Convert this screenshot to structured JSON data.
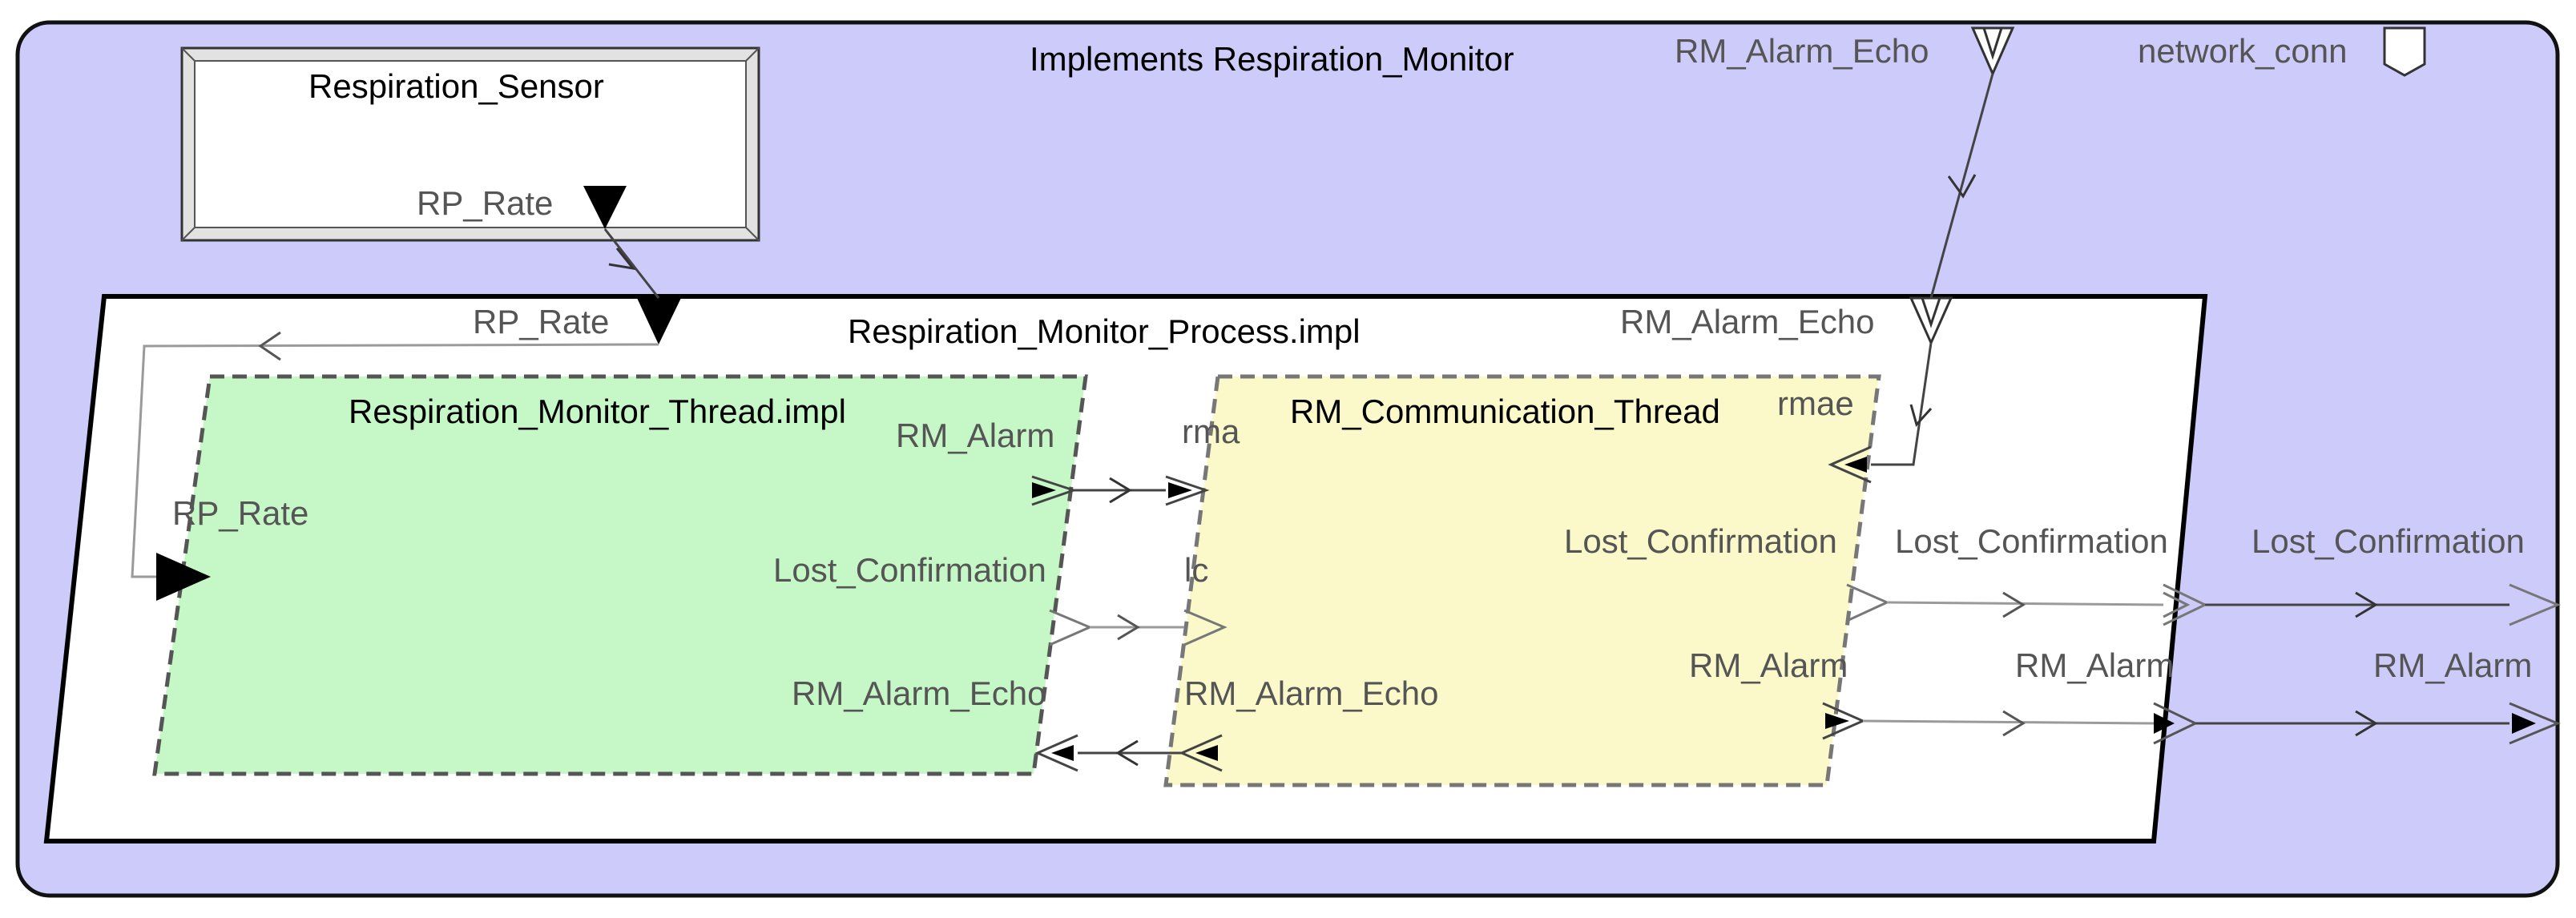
{
  "system": {
    "title": "Implements Respiration_Monitor",
    "ports": {
      "rm_alarm_echo": "RM_Alarm_Echo",
      "network_conn": "network_conn"
    },
    "out_lost_confirmation": "Lost_Confirmation",
    "out_rm_alarm": "RM_Alarm"
  },
  "sensor": {
    "title": "Respiration_Sensor",
    "port_rp_rate": "RP_Rate"
  },
  "process": {
    "title": "Respiration_Monitor_Process.impl",
    "port_rp_rate": "RP_Rate",
    "port_rm_alarm_echo": "RM_Alarm_Echo",
    "out_lost_confirmation": "Lost_Confirmation",
    "out_rm_alarm": "RM_Alarm"
  },
  "monitor_thread": {
    "title": "Respiration_Monitor_Thread.impl",
    "port_rp_rate": "RP_Rate",
    "port_rm_alarm": "RM_Alarm",
    "port_lost_confirmation": "Lost_Confirmation",
    "port_rm_alarm_echo": "RM_Alarm_Echo"
  },
  "comm_thread": {
    "title": "RM_Communication_Thread",
    "port_rma": "rma",
    "port_lc": "lc",
    "port_rm_alarm_echo": "RM_Alarm_Echo",
    "port_rmae": "rmae",
    "port_lost_confirmation": "Lost_Confirmation",
    "port_rm_alarm": "RM_Alarm"
  }
}
